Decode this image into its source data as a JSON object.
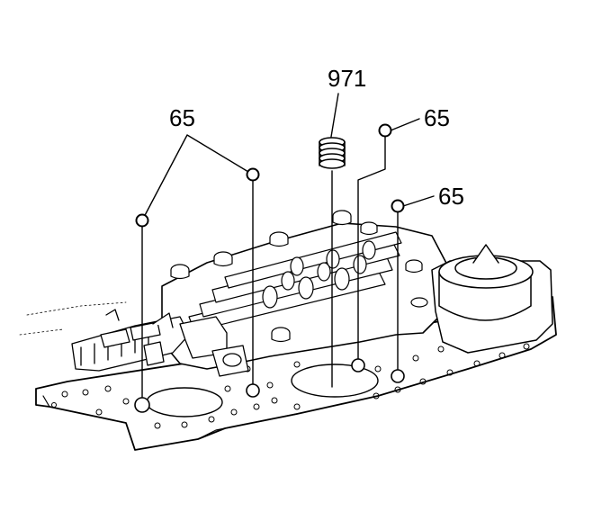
{
  "callouts": {
    "spring_part_number": "971",
    "ball_part_number_left": "65",
    "ball_part_number_upper_right": "65",
    "ball_part_number_right": "65"
  }
}
